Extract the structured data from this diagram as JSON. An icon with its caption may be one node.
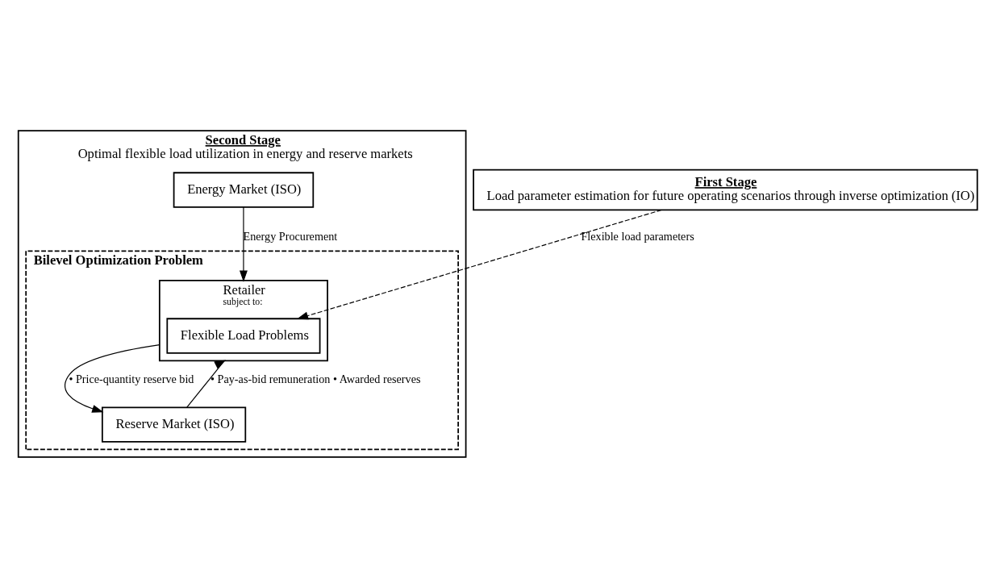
{
  "diagram": {
    "nodes": [
      {
        "text": [
          "Second Stage",
          "Optimal flexible load utilization in energy and reserve markets"
        ]
      },
      {
        "text": [
          "Energy Market (ISO)"
        ],
        "in": 0
      },
      {
        "text": [
          "Bilevel Optimization Problem"
        ],
        "in": 0
      },
      {
        "text": [
          "Retailer",
          "subject to:"
        ],
        "in": 2
      },
      {
        "text": [
          "Flexible Load Problems"
        ],
        "in": 3
      },
      {
        "text": [
          "Reserve Market (ISO)"
        ],
        "in": 2
      },
      {
        "text": [
          "First Stage",
          "Load parameter estimation for future operating scenarios through inverse optimization (IO)"
        ]
      }
    ],
    "edges": [
      {
        "from": 1,
        "to": 3,
        "arrow": "to",
        "label": "Energy Procurement"
      },
      {
        "from": 6,
        "to": 4,
        "arrow": "to",
        "label": "Flexible load parameters",
        "style": "dashed"
      },
      {
        "from": 3,
        "to": 5,
        "arrow": "to",
        "label": "• Price-quantity reserve bid"
      },
      {
        "from": 5,
        "to": 3,
        "arrow": "to",
        "label": "• Pay-as-bid remuneration • Awarded reserves"
      }
    ]
  }
}
